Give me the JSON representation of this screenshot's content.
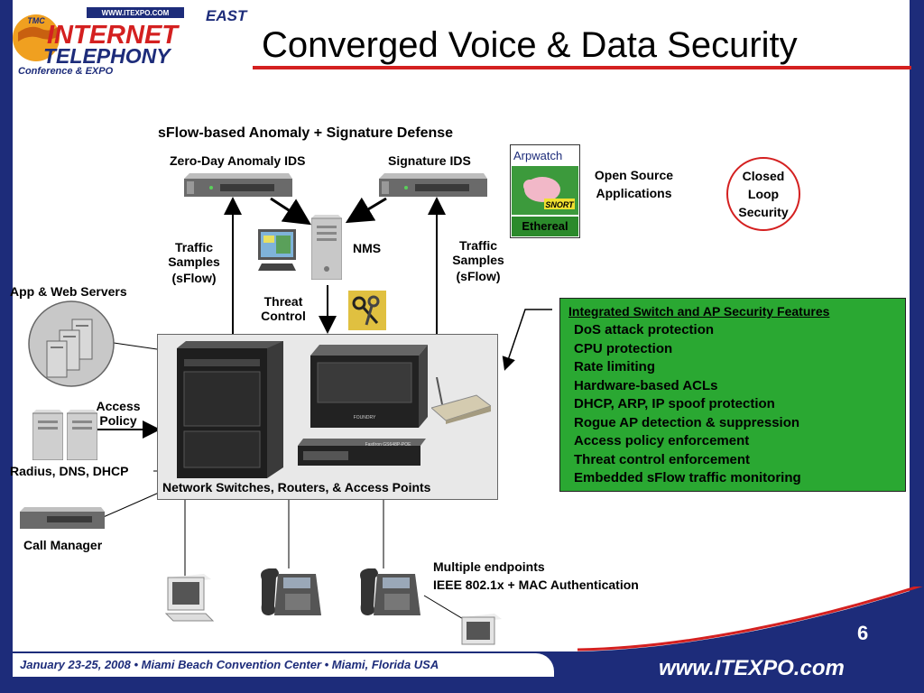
{
  "slide": {
    "title": "Converged Voice & Data Security",
    "page_number": "6",
    "footer": "January 23-25, 2008 • Miami Beach Convention Center • Miami, Florida USA",
    "footer_url": "www.ITEXPO.com"
  },
  "logo": {
    "url_text": "WWW.ITEXPO.COM",
    "badge": "TMC",
    "region": "EAST",
    "line1": "INTERNET",
    "line2": "TELEPHONY",
    "line3": "Conference & EXPO"
  },
  "diagram": {
    "heading": "sFlow-based Anomaly + Signature Defense",
    "zero_day_ids": "Zero-Day Anomaly IDS",
    "signature_ids": "Signature IDS",
    "nms": "NMS",
    "traffic_left": [
      "Traffic",
      "Samples",
      "(sFlow)"
    ],
    "traffic_right": [
      "Traffic",
      "Samples",
      "(sFlow)"
    ],
    "threat_control": [
      "Threat",
      "Control"
    ],
    "app_web_servers": "App & Web Servers",
    "access_policy": [
      "Access",
      "Policy"
    ],
    "radius": "Radius, DNS, DHCP",
    "call_manager": "Call Manager",
    "equipment_caption": "Network Switches, Routers, & Access Points",
    "endpoints": [
      "Multiple endpoints",
      "IEEE 802.1x + MAC Authentication"
    ],
    "open_source": [
      "Open Source",
      "Applications"
    ],
    "arpwatch": "Arpwatch",
    "snort": "SNORT",
    "ethereal": "Ethereal",
    "closed_loop": [
      "Closed",
      "Loop",
      "Security"
    ],
    "switch_model": "FastIron GS648P-POE",
    "foundry": "FOUNDRY"
  },
  "features": {
    "heading": "Integrated Switch and AP Security Features",
    "items": [
      "DoS attack protection",
      "CPU protection",
      "Rate limiting",
      "Hardware-based ACLs",
      "DHCP, ARP, IP spoof protection",
      "Rogue AP detection & suppression",
      "Access policy enforcement",
      "Threat control enforcement",
      "Embedded sFlow traffic monitoring"
    ]
  },
  "colors": {
    "navy": "#1d2c7a",
    "accent_red": "#d42020",
    "feature_green": "#2aa832"
  }
}
